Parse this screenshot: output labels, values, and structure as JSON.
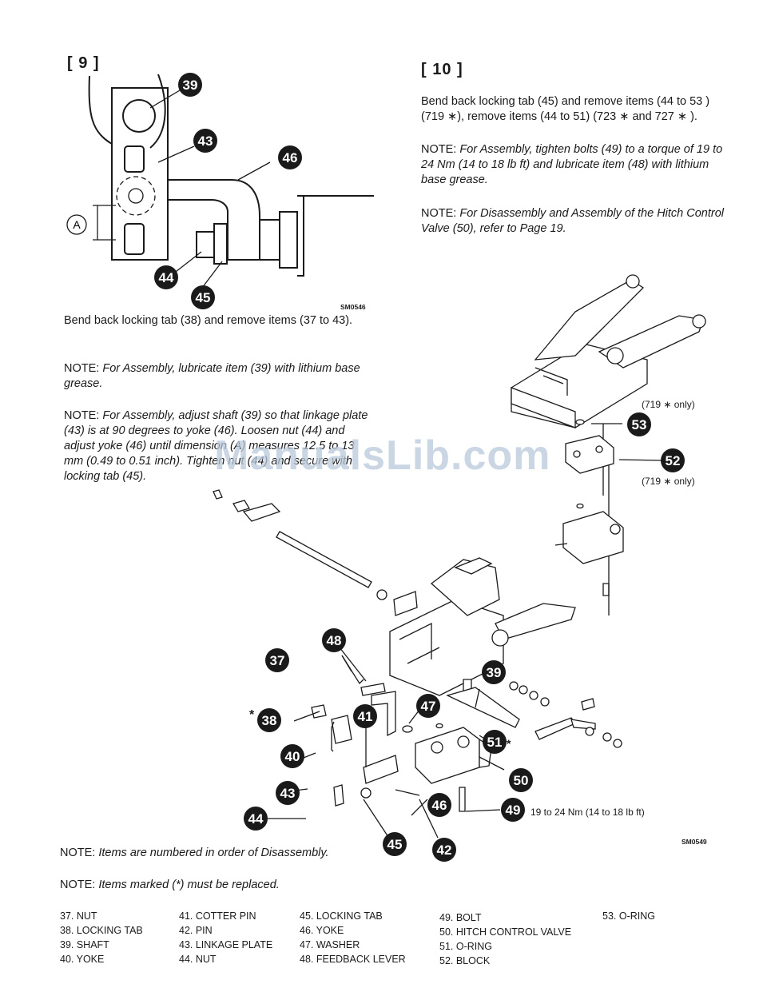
{
  "step9": {
    "title": "[ 9 ]",
    "text": "Bend back locking tab (38) and remove items (37 to 43).",
    "note1_label": "NOTE:",
    "note1_text": "For Assembly, lubricate item (39) with lithium base grease.",
    "note2_label": "NOTE:",
    "note2_text": "For Assembly, adjust shaft (39) so that linkage plate (43) is at 90 degrees to yoke (46). Loosen nut (44) and adjust yoke (46) until dimension (A) measures 12.5 to 13 mm (0.49 to 0.51 inch). Tighten nut (44) and secure with locking tab (45).",
    "fig_code": "SM0546",
    "dimension_label": "A",
    "callouts": [
      "39",
      "43",
      "46",
      "44",
      "45"
    ]
  },
  "step10": {
    "title": "[ 10 ]",
    "text": "Bend back locking tab (45) and remove items (44 to 53 ) (719 ∗), remove items (44 to 51) (723 ∗ and 727 ∗ ).",
    "note1_label": "NOTE:",
    "note1_text": "For Assembly, tighten bolts (49) to a torque of 19 to 24 Nm (14 to 18 lb ft) and lubricate item (48) with lithium base grease.",
    "note2_label": "NOTE:",
    "note2_text": "For Disassembly and Assembly of the Hitch Control Valve (50), refer to Page 19.",
    "only_label_1": "(719 ∗ only)",
    "only_label_2": "(719 ∗ only)",
    "torque_label": "19 to 24 Nm (14 to 18 lb ft)",
    "fig_code": "SM0549",
    "callouts": [
      "53",
      "52",
      "48",
      "37",
      "38",
      "39",
      "41",
      "47",
      "40",
      "51",
      "50",
      "43",
      "46",
      "49",
      "44",
      "45",
      "42"
    ]
  },
  "watermark": "ManualsLib.com",
  "bottom_notes": {
    "note1_label": "NOTE:",
    "note1_text": "Items are numbered in order of Disassembly.",
    "note2_label": "NOTE:",
    "note2_text": "Items marked (*) must be replaced."
  },
  "parts_list": [
    [
      "37. NUT",
      "38. LOCKING TAB",
      "39. SHAFT",
      "40. YOKE"
    ],
    [
      "41. COTTER PIN",
      "42. PIN",
      "43. LINKAGE PLATE",
      "44. NUT"
    ],
    [
      "45. LOCKING TAB",
      "46. YOKE",
      "47. WASHER",
      "48. FEEDBACK LEVER"
    ],
    [
      "49. BOLT",
      "50. HITCH CONTROL VALVE",
      "51. O-RING",
      "52. BLOCK"
    ],
    [
      "53. O-RING"
    ]
  ],
  "asterisk": "*"
}
